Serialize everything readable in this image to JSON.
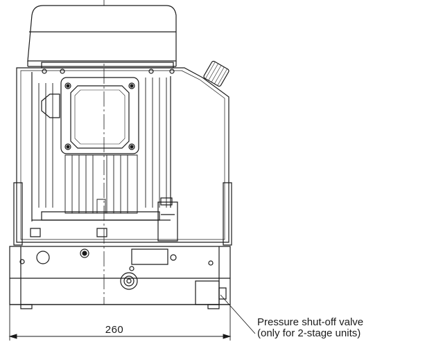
{
  "drawing": {
    "dimension_label": "260",
    "callout_line1": "Pressure shut-off valve",
    "callout_line2": "(only for 2-stage units)"
  }
}
